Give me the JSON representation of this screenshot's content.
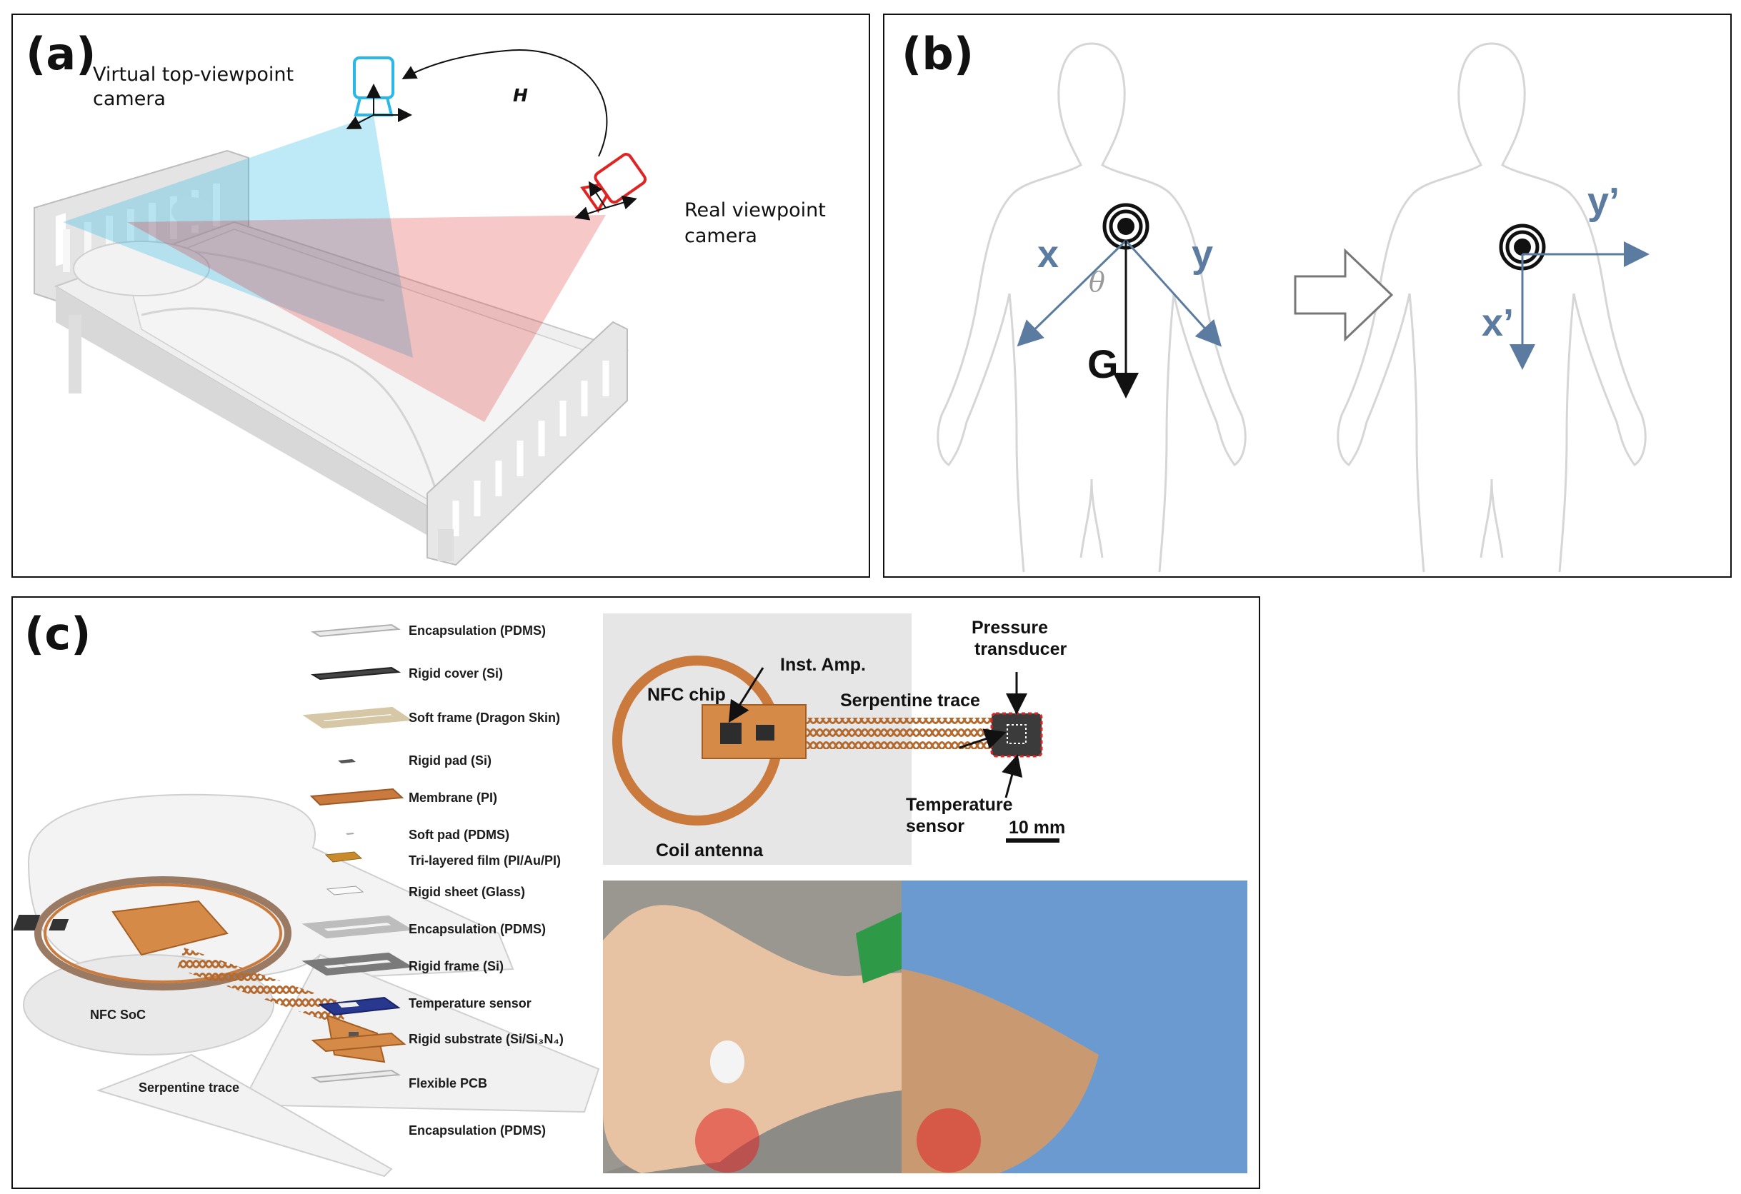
{
  "panel_a": {
    "label": "(a)",
    "virtual_camera_line1": "Virtual top-viewpoint",
    "virtual_camera_line2": "camera",
    "transform_label": "H",
    "real_camera_line1": "Real viewpoint",
    "real_camera_line2": "camera",
    "colors": {
      "virtual": "#29b8e8",
      "real": "#e02424"
    }
  },
  "panel_b": {
    "label": "(b)",
    "axis_x": "x",
    "axis_y": "y",
    "angle": "θ",
    "gravity": "G",
    "axis_x_prime": "x’",
    "axis_y_prime": "y’",
    "colors": {
      "axis": "#5b7ba0",
      "body_outline": "#d6d6d6"
    }
  },
  "panel_c": {
    "label": "(c)",
    "layers": [
      "Encapsulation (PDMS)",
      "Rigid cover (Si)",
      "Soft frame (Dragon Skin)",
      "Rigid pad (Si)",
      "Membrane (PI)",
      "Soft pad (PDMS)",
      "Tri-layered film (PI/Au/PI)",
      "Rigid sheet (Glass)",
      "Encapsulation (PDMS)",
      "Rigid frame (Si)",
      "Temperature sensor",
      "Rigid substrate (Si/Si₃N₄)",
      "Flexible PCB",
      "Encapsulation (PDMS)"
    ],
    "assembly_labels": {
      "nfc_soc": "NFC SoC",
      "serpentine": "Serpentine trace"
    },
    "photo": {
      "pressure_line1": "Pressure",
      "pressure_line2": "transducer",
      "inst_amp": "Inst. Amp.",
      "nfc_chip": "NFC chip",
      "serpentine": "Serpentine trace",
      "temp_line1": "Temperature",
      "temp_line2": "sensor",
      "coil": "Coil antenna",
      "scale": "10 mm"
    },
    "colors": {
      "copper": "#c97a3c",
      "pcb": "#d68a48"
    }
  }
}
